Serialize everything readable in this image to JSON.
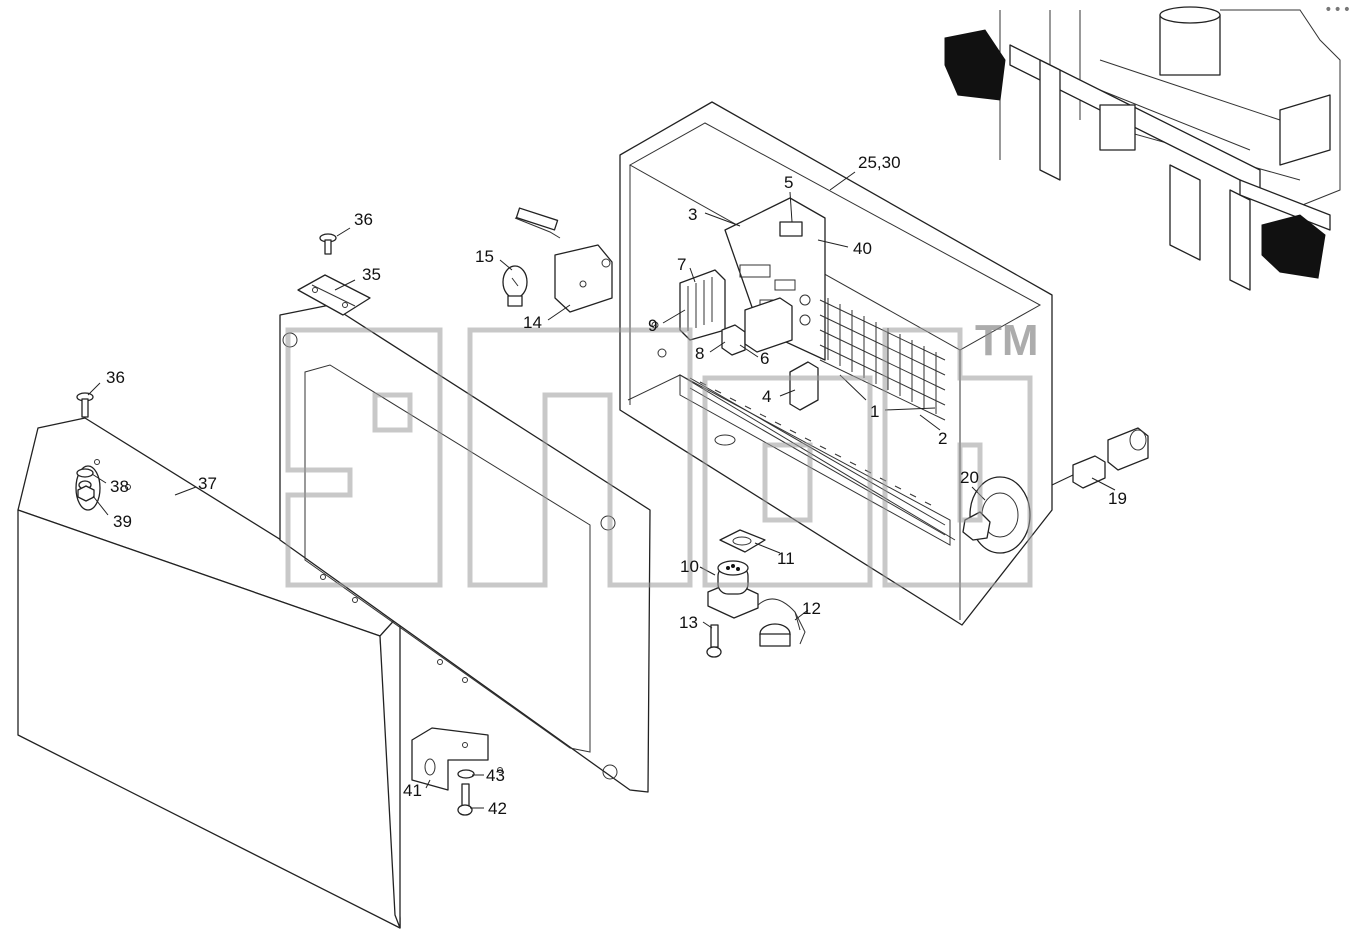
{
  "watermark": {
    "tm": "TM"
  },
  "labels": [
    {
      "id": "l1",
      "text": "25,30"
    },
    {
      "id": "l2",
      "text": "5"
    },
    {
      "id": "l3",
      "text": "3"
    },
    {
      "id": "l4",
      "text": "40"
    },
    {
      "id": "l5",
      "text": "36"
    },
    {
      "id": "l6",
      "text": "35"
    },
    {
      "id": "l7",
      "text": "15"
    },
    {
      "id": "l8",
      "text": "7"
    },
    {
      "id": "l9",
      "text": "14"
    },
    {
      "id": "l10",
      "text": "9"
    },
    {
      "id": "l11",
      "text": "8"
    },
    {
      "id": "l12",
      "text": "6"
    },
    {
      "id": "l13",
      "text": "4"
    },
    {
      "id": "l14",
      "text": "1"
    },
    {
      "id": "l15",
      "text": "2"
    },
    {
      "id": "l16",
      "text": "36"
    },
    {
      "id": "l17",
      "text": "38"
    },
    {
      "id": "l18",
      "text": "37"
    },
    {
      "id": "l19",
      "text": "39"
    },
    {
      "id": "l20",
      "text": "20"
    },
    {
      "id": "l21",
      "text": "19"
    },
    {
      "id": "l22",
      "text": "11"
    },
    {
      "id": "l23",
      "text": "10"
    },
    {
      "id": "l24",
      "text": "12"
    },
    {
      "id": "l25",
      "text": "13"
    },
    {
      "id": "l26",
      "text": "43"
    },
    {
      "id": "l27",
      "text": "41"
    },
    {
      "id": "l28",
      "text": "42"
    }
  ]
}
